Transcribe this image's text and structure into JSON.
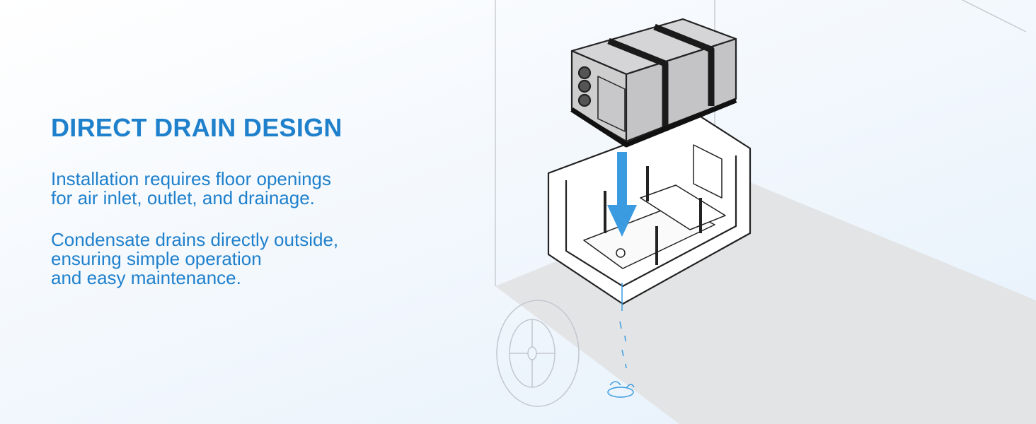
{
  "heading": "DIRECT DRAIN DESIGN",
  "paragraph1": [
    "Installation requires floor openings",
    "for air inlet, outlet, and drainage."
  ],
  "paragraph2": [
    "Condensate drains directly outside,",
    "ensuring simple operation",
    "and easy maintenance."
  ],
  "colors": {
    "accent": "#1f80cc",
    "arrow": "#3b9be0",
    "floor": "#e3e4e6",
    "unit": "#c8c7c9"
  }
}
